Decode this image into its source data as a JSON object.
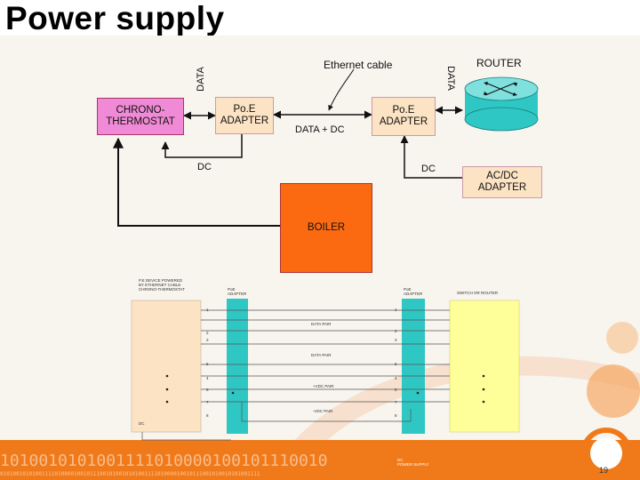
{
  "slide": {
    "title": "Power supply",
    "page_number": "19"
  },
  "diagram": {
    "top": {
      "chronothermostat": "CHRONO-\nTHERMOSTAT",
      "poe_adapter_left": "Po.E\nADAPTER",
      "poe_adapter_right": "Po.E\nADAPTER",
      "router_label": "ROUTER",
      "acdc_adapter": "AC/DC\nADAPTER",
      "boiler": "BOILER",
      "ethernet_cable": "Ethernet cable",
      "data_left": "DATA",
      "data_right": "DATA",
      "data_dc": "DATA + DC",
      "dc_left": "DC",
      "dc_right": "DC"
    },
    "wiring": {
      "left_device_caption": "P.E DEVICE POWERED\nBY ETHERNET CABLE\nCHRONO-THERMOSTAT",
      "left_adapter_caption": "PoE\nADAPTER",
      "right_adapter_caption": "PoE\nADAPTER",
      "right_device_caption": "SWITCH OR ROUTER",
      "pair_labels": [
        "DATA PAIR",
        "DATA PAIR",
        "+VDC PAIR",
        "-VDC PAIR"
      ],
      "left_pins": [
        "1",
        "2",
        "3",
        "6",
        "4",
        "5",
        "7",
        "8"
      ],
      "right_pins": [
        "1",
        "2",
        "3",
        "6",
        "4",
        "5",
        "7",
        "8"
      ],
      "left_dc_label": "DC",
      "bottom_dc_label": "DC\nPOWER SUPPLY"
    },
    "colors": {
      "chronothermostat": "#f08ad6",
      "adapter": "#fce3c4",
      "router": "#2ec7c4",
      "boiler": "#fb6a10",
      "acdc": "#fce3c4",
      "wiring_device": "#fce3c4",
      "wiring_adapter": "#2ec7c4",
      "switch": "#ffff99",
      "footer_orange": "#f07a1a"
    }
  },
  "footer": {
    "binary_line_1": "1010010101001111010000100101110010",
    "binary_line_2": "010100101010011110100001001011100101001010100111101000010010111001010010101001111"
  }
}
